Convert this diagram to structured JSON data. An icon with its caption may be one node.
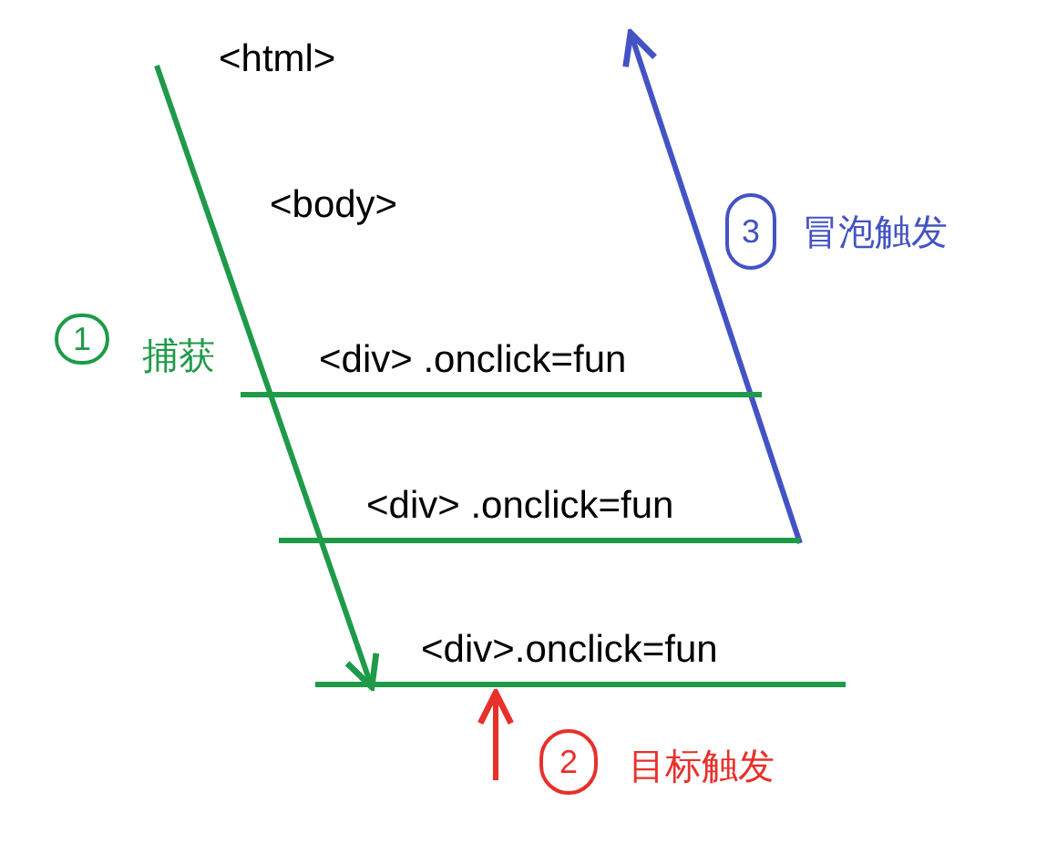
{
  "diagram": {
    "nodes": [
      {
        "text": [
          "<html>"
        ]
      },
      {
        "text": [
          "<body>"
        ]
      },
      {
        "text": [
          "<div> .onclick=fun"
        ]
      },
      {
        "text": [
          "<div> .onclick=fun"
        ]
      },
      {
        "text": [
          "<div>.onclick=fun"
        ]
      }
    ],
    "edges": [
      {
        "from": null,
        "to": 4,
        "arrow": "to",
        "color": "#1f9a48"
      },
      {
        "from": 3,
        "to": null,
        "arrow": "to",
        "color": "#4353c4"
      },
      {
        "from": null,
        "to": 4,
        "arrow": "to",
        "color": "#e8302a"
      }
    ],
    "labels": [
      "1",
      "捕获",
      "3",
      "冒泡触发",
      "2",
      "目标触发"
    ]
  }
}
